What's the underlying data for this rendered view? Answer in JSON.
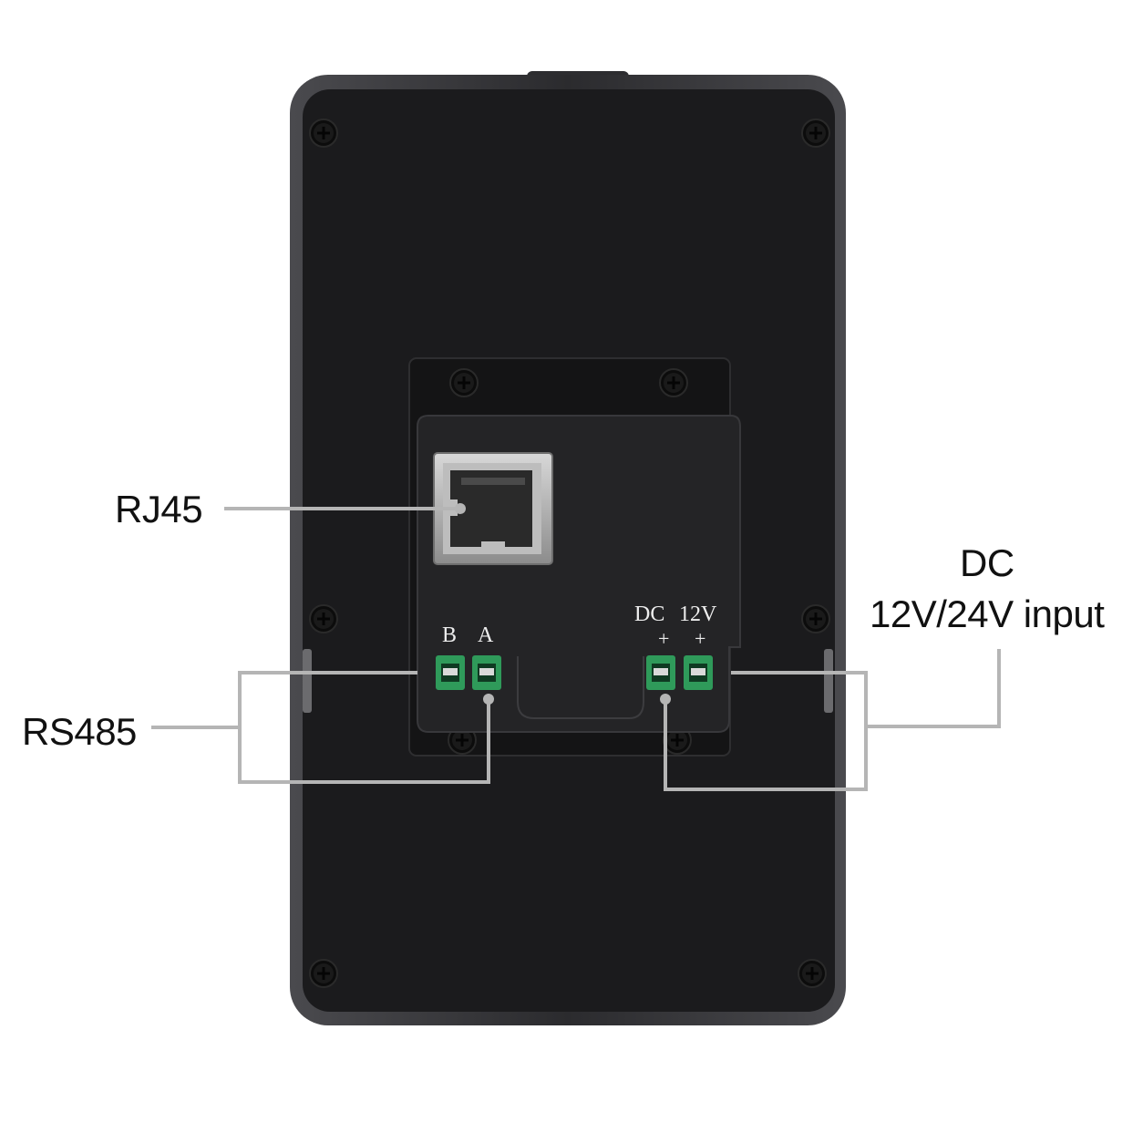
{
  "callouts": {
    "rj45": "RJ45",
    "rs485": "RS485",
    "dc_line1": "DC",
    "dc_line2": "12V/24V input"
  },
  "terminal_labels": {
    "b": "B",
    "a": "A",
    "dc": "DC",
    "v12": "12V",
    "plus_1": "+",
    "plus_2": "+"
  },
  "colors": {
    "housing": "#1c1c1e",
    "housing_edge": "#3a3a3d",
    "terminal_green": "#2f9a5a",
    "leader_line": "#b5b5b5"
  }
}
